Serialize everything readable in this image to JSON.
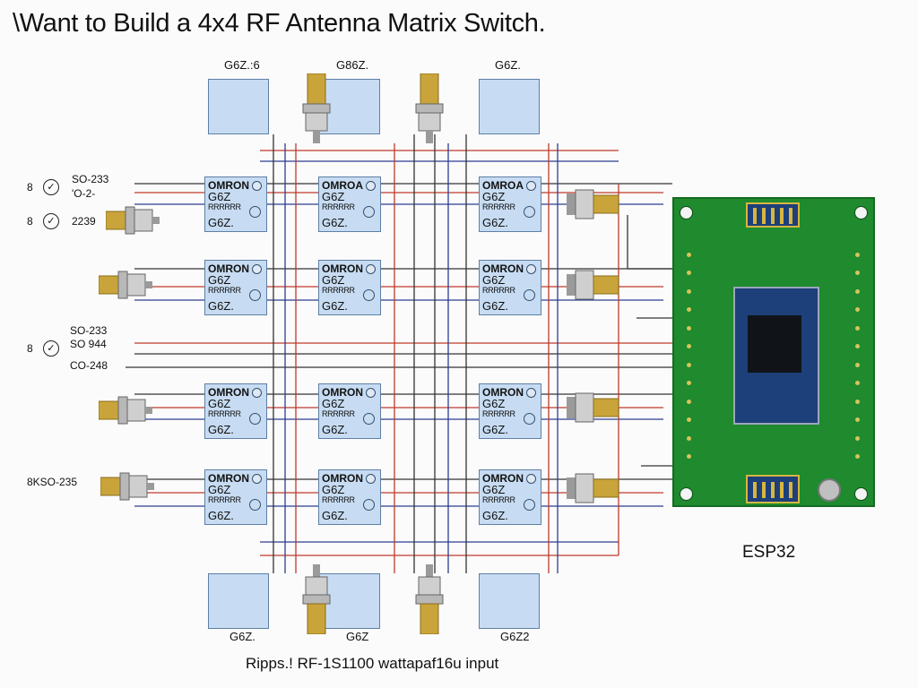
{
  "title": "\\Want to Build a 4x4 RF Antenna Matrix Switch.",
  "top_labels": [
    "G6Z.:6",
    "G86Z.",
    "G6Z."
  ],
  "bottom_labels": [
    "G6Z.",
    "G6Z",
    "G6Z2"
  ],
  "relay": {
    "brand": "OMRON",
    "brand_alt": "OMROA",
    "model": "G6Z",
    "model_alt": "G6Z.",
    "part": "G6Z.",
    "pinrow": "RRRRRR"
  },
  "left_labels": {
    "row1_a": "SO-233",
    "row1_b": "'O-2-",
    "row1_num": "8",
    "row2_num": "8",
    "row2_val": "2239",
    "row3_a": "SO-233",
    "row3_b": "SO 944",
    "row3_c": "CO-248",
    "row3_num": "8",
    "row4": "8KSO-235"
  },
  "esp_label": "ESP32",
  "bottom_caption": "Ripps.! RF-1S1100 wattapaf16u input",
  "colors": {
    "relay_fill": "#c7dcf2",
    "relay_border": "#5e7fa6",
    "board": "#1f8a2e",
    "wire_red": "#c0392b",
    "wire_blue": "#2c3e8f",
    "wire_black": "#333333",
    "brass": "#c8a43a",
    "nickel": "#b8b8b8"
  }
}
